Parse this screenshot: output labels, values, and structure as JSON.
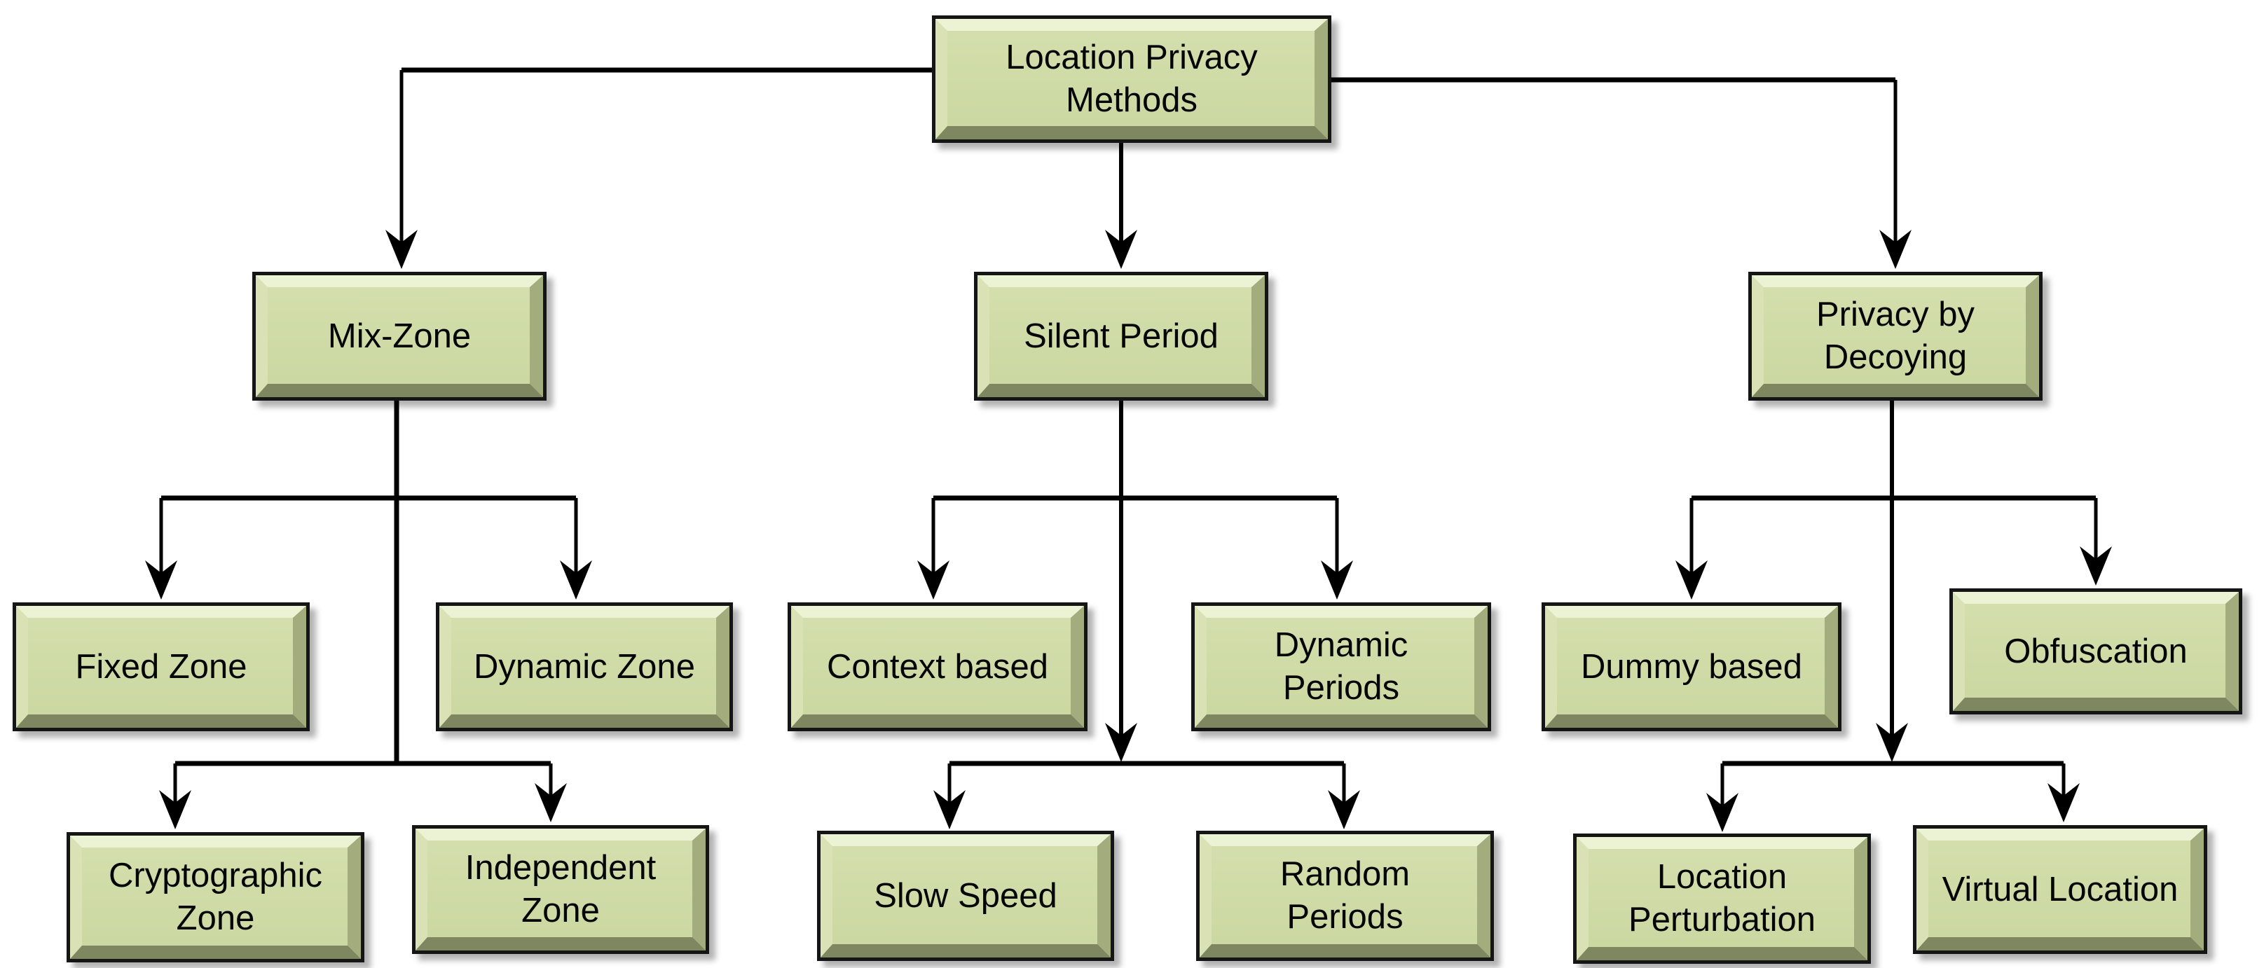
{
  "diagram": {
    "title": "Location Privacy Methods",
    "colors": {
      "box_fill": "#cfdaa5",
      "box_bevel_light": "#ecf2d4",
      "box_bevel_dark": "#7e8760",
      "box_border": "#151515",
      "line_color": "#000000",
      "background": "#ffffff",
      "text_color": "#050505"
    },
    "nodes": {
      "root": {
        "label": "Location Privacy Methods"
      },
      "mix_zone": {
        "label": "Mix-Zone"
      },
      "silent_period": {
        "label": "Silent Period"
      },
      "privacy_by_decoying": {
        "label": "Privacy by Decoying"
      },
      "fixed_zone": {
        "label": "Fixed Zone"
      },
      "dynamic_zone": {
        "label": "Dynamic Zone"
      },
      "cryptographic_zone": {
        "label": "Cryptographic Zone"
      },
      "independent_zone": {
        "label": "Independent Zone"
      },
      "context_based": {
        "label": "Context based"
      },
      "dynamic_periods": {
        "label": "Dynamic Periods"
      },
      "slow_speed": {
        "label": "Slow Speed"
      },
      "random_periods": {
        "label": "Random Periods"
      },
      "dummy_based": {
        "label": "Dummy based"
      },
      "obfuscation": {
        "label": "Obfuscation"
      },
      "location_perturbation": {
        "label": "Location Perturbation"
      },
      "virtual_location": {
        "label": "Virtual Location"
      }
    },
    "edges": [
      [
        "root",
        "mix_zone"
      ],
      [
        "root",
        "silent_period"
      ],
      [
        "root",
        "privacy_by_decoying"
      ],
      [
        "mix_zone",
        "fixed_zone"
      ],
      [
        "mix_zone",
        "dynamic_zone"
      ],
      [
        "mix_zone",
        "cryptographic_zone"
      ],
      [
        "mix_zone",
        "independent_zone"
      ],
      [
        "silent_period",
        "context_based"
      ],
      [
        "silent_period",
        "dynamic_periods"
      ],
      [
        "silent_period",
        "slow_speed"
      ],
      [
        "silent_period",
        "random_periods"
      ],
      [
        "privacy_by_decoying",
        "dummy_based"
      ],
      [
        "privacy_by_decoying",
        "obfuscation"
      ],
      [
        "privacy_by_decoying",
        "location_perturbation"
      ],
      [
        "privacy_by_decoying",
        "virtual_location"
      ]
    ]
  }
}
